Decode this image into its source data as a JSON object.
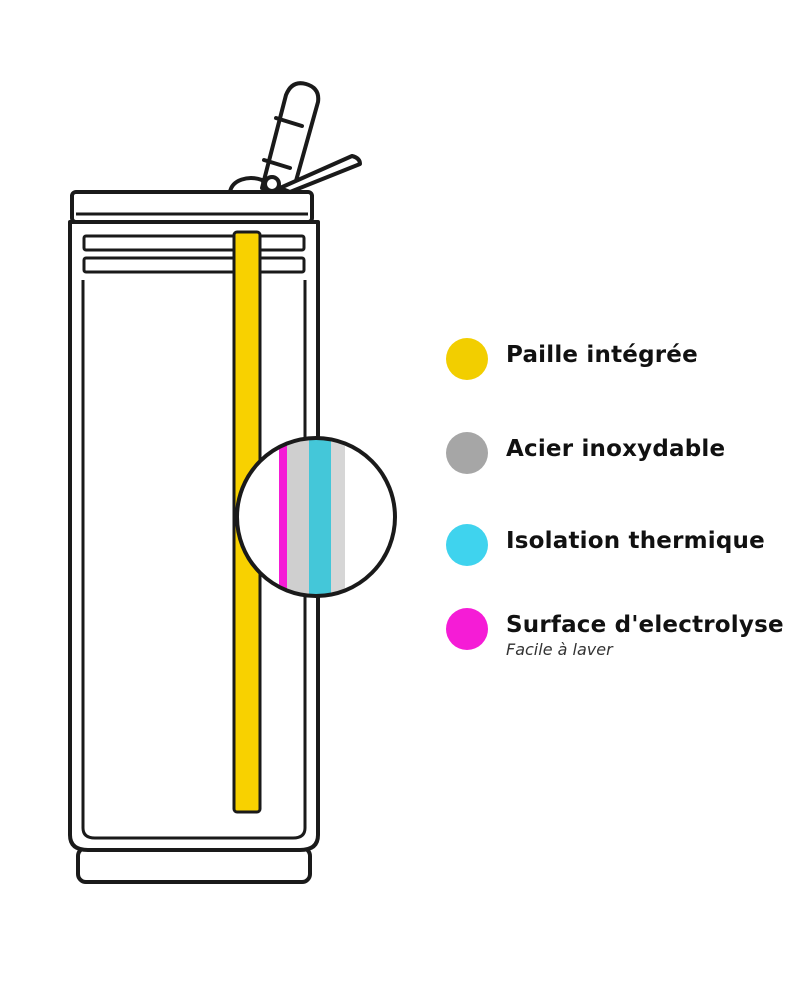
{
  "legend": [
    {
      "label": "Paille intégrée",
      "color": "#F2CE00"
    },
    {
      "label": "Acier inoxydable",
      "color": "#A6A6A6"
    },
    {
      "label": "Isolation thermique",
      "color": "#3FD3EE"
    },
    {
      "label": "Surface d'electrolyse",
      "sublabel": "Facile à laver",
      "color": "#F51CD6"
    }
  ]
}
